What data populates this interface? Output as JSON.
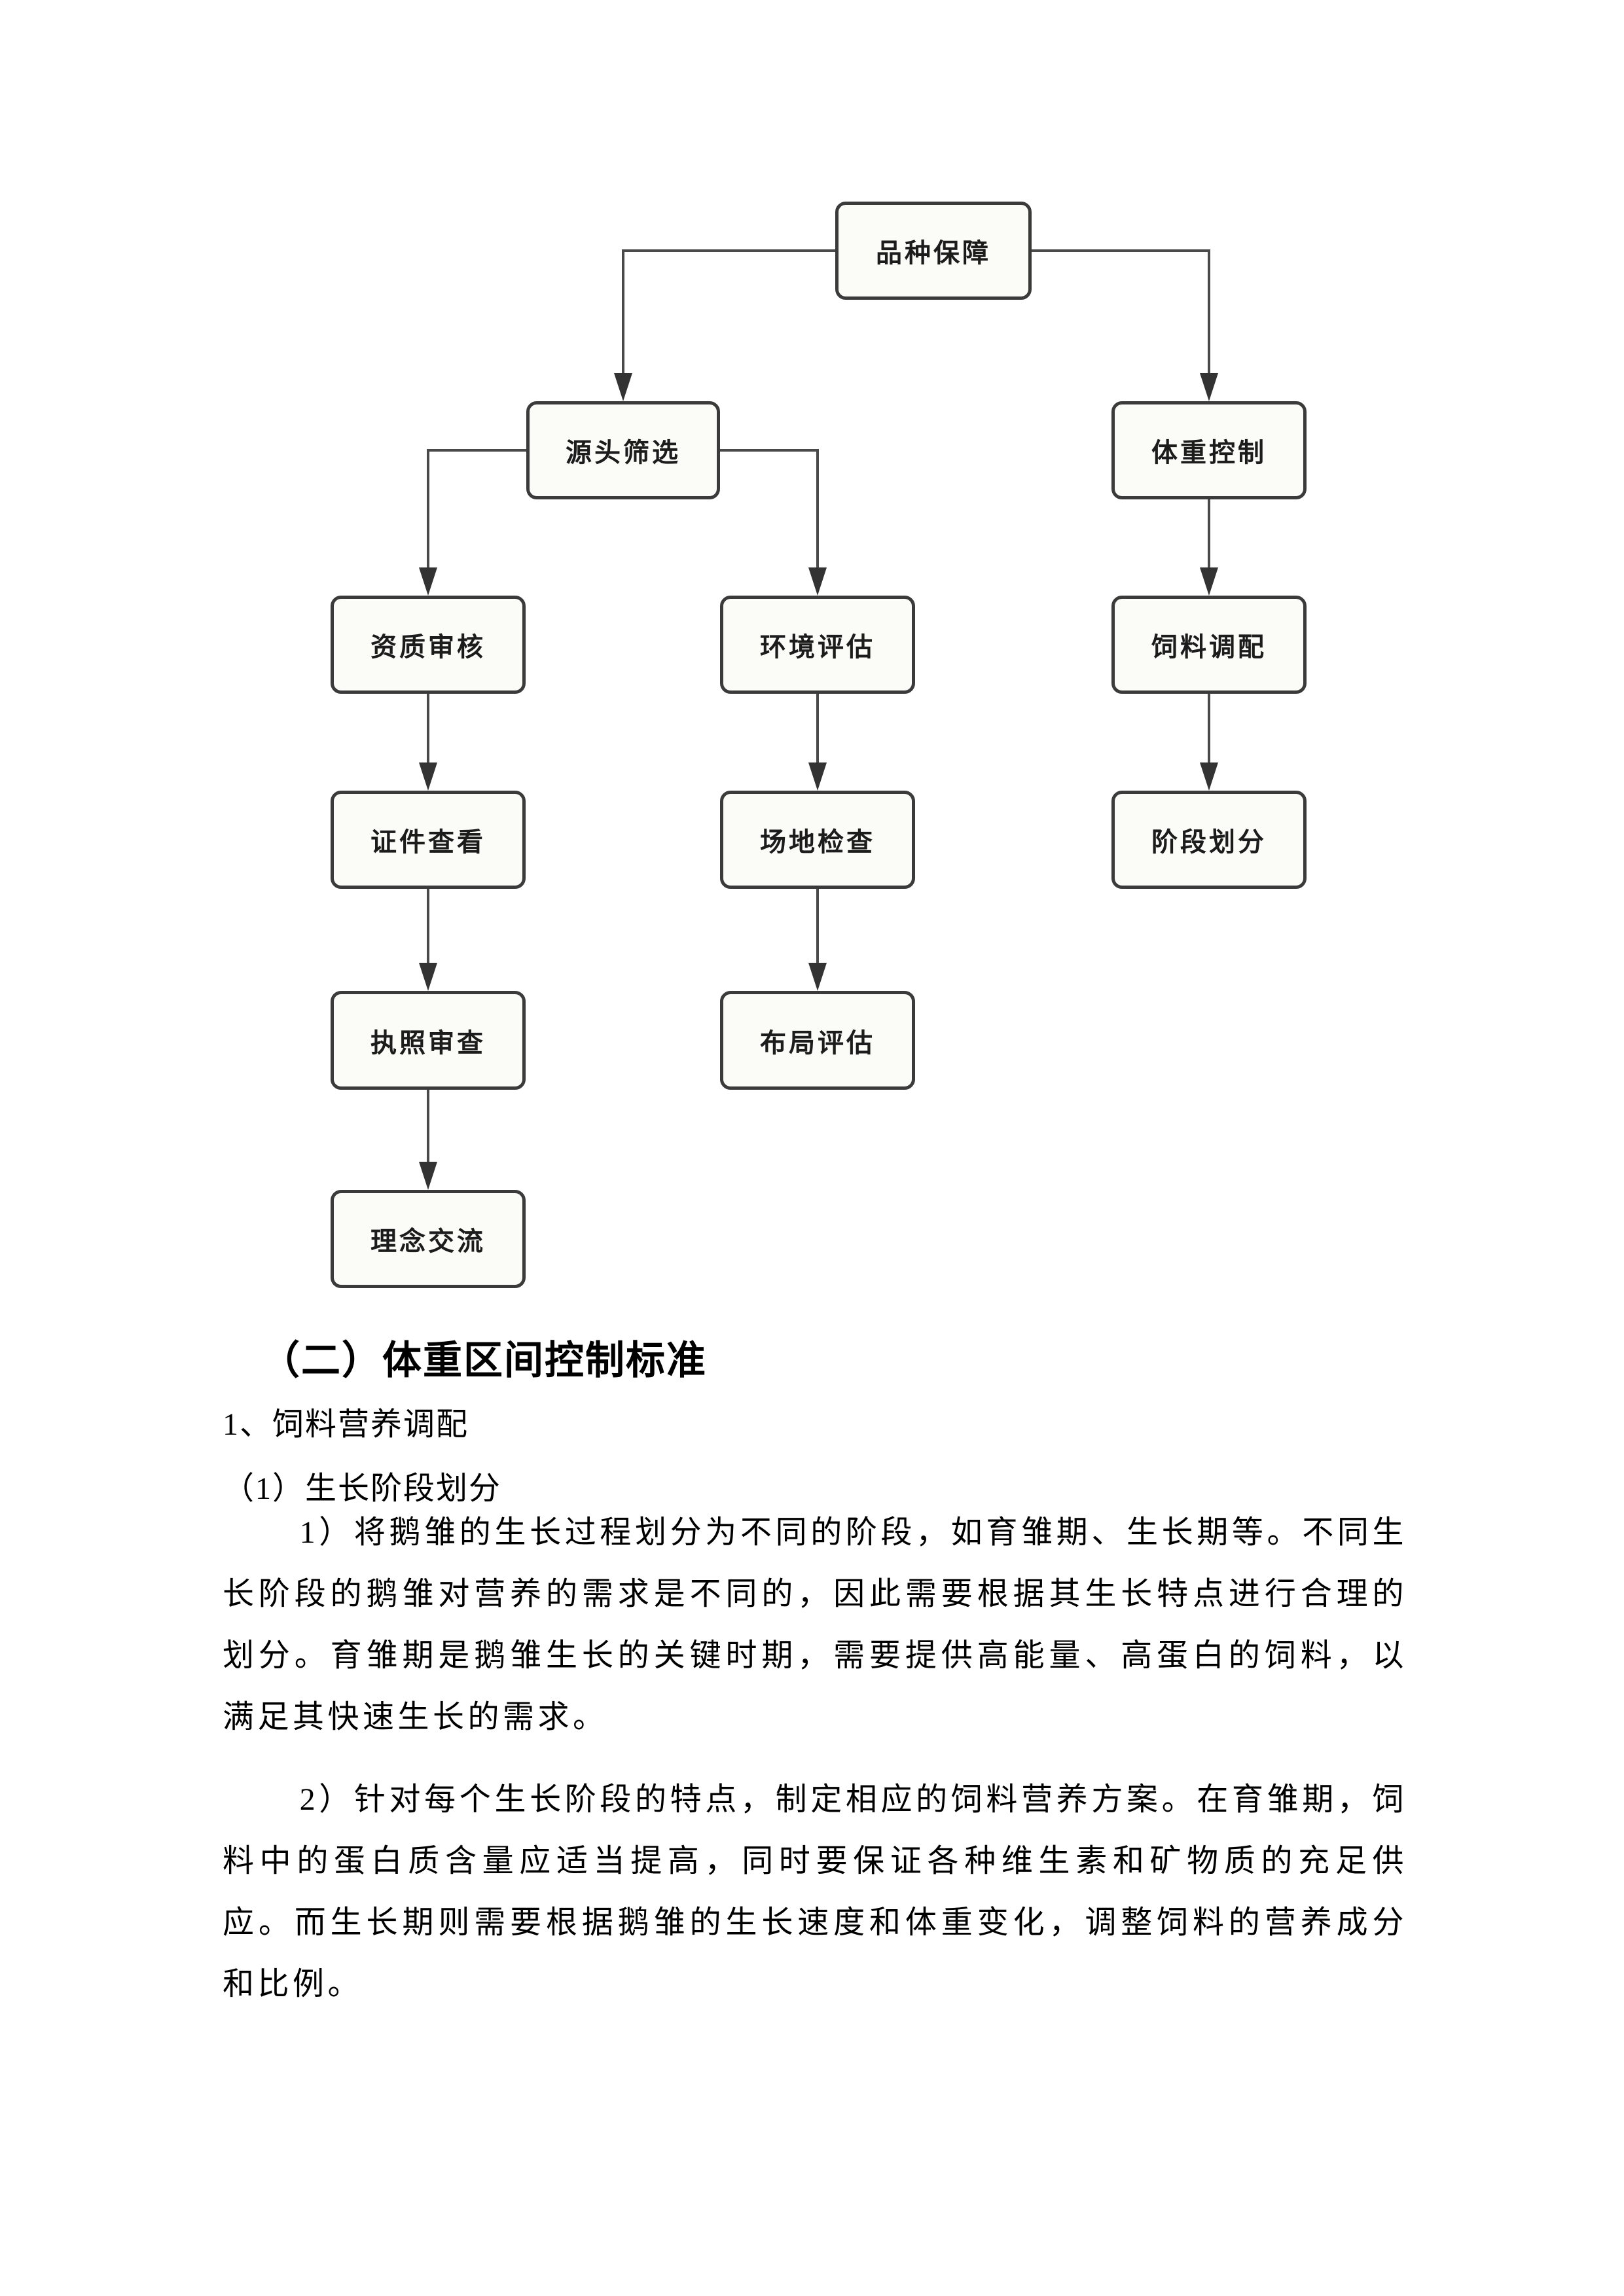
{
  "flowchart": {
    "box_fill": "#fbfbf8",
    "box_border": "#3b3b3b",
    "line_color": "#4a4a4a",
    "nodes": [
      {
        "id": "pinzhongbaozhang",
        "label": "品种保障"
      },
      {
        "id": "yuantoushaixuan",
        "label": "源头筛选"
      },
      {
        "id": "tizhongkongzhi",
        "label": "体重控制"
      },
      {
        "id": "zizhishenhe",
        "label": "资质审核"
      },
      {
        "id": "huanjingpinggu",
        "label": "环境评估"
      },
      {
        "id": "siliaotiaopei",
        "label": "饲料调配"
      },
      {
        "id": "zhengjianchakan",
        "label": "证件查看"
      },
      {
        "id": "changdijiancha",
        "label": "场地检查"
      },
      {
        "id": "jieduanhuafen",
        "label": "阶段划分"
      },
      {
        "id": "zhizhaoshencha",
        "label": "执照审查"
      },
      {
        "id": "bujupinggu",
        "label": "布局评估"
      },
      {
        "id": "lianianjiaoliu",
        "label": "理念交流"
      }
    ],
    "edges": [
      {
        "from": "品种保障",
        "to": "源头筛选"
      },
      {
        "from": "品种保障",
        "to": "体重控制"
      },
      {
        "from": "源头筛选",
        "to": "资质审核"
      },
      {
        "from": "源头筛选",
        "to": "环境评估"
      },
      {
        "from": "体重控制",
        "to": "饲料调配"
      },
      {
        "from": "资质审核",
        "to": "证件查看"
      },
      {
        "from": "环境评估",
        "to": "场地检查"
      },
      {
        "from": "饲料调配",
        "to": "阶段划分"
      },
      {
        "from": "证件查看",
        "to": "执照审查"
      },
      {
        "from": "场地检查",
        "to": "布局评估"
      },
      {
        "from": "执照审查",
        "to": "理念交流"
      }
    ]
  },
  "text": {
    "heading": "（二）体重区间控制标准",
    "item1": "1、饲料营养调配",
    "item2": "（1）生长阶段划分",
    "para1": "1）将鹅雏的生长过程划分为不同的阶段，如育雏期、生长期等。不同生长阶段的鹅雏对营养的需求是不同的，因此需要根据其生长特点进行合理的划分。育雏期是鹅雏生长的关键时期，需要提供高能量、高蛋白的饲料，以满足其快速生长的需求。",
    "para2": "2）针对每个生长阶段的特点，制定相应的饲料营养方案。在育雏期，饲料中的蛋白质含量应适当提高，同时要保证各种维生素和矿物质的充足供应。而生长期则需要根据鹅雏的生长速度和体重变化，调整饲料的营养成分和比例。"
  }
}
